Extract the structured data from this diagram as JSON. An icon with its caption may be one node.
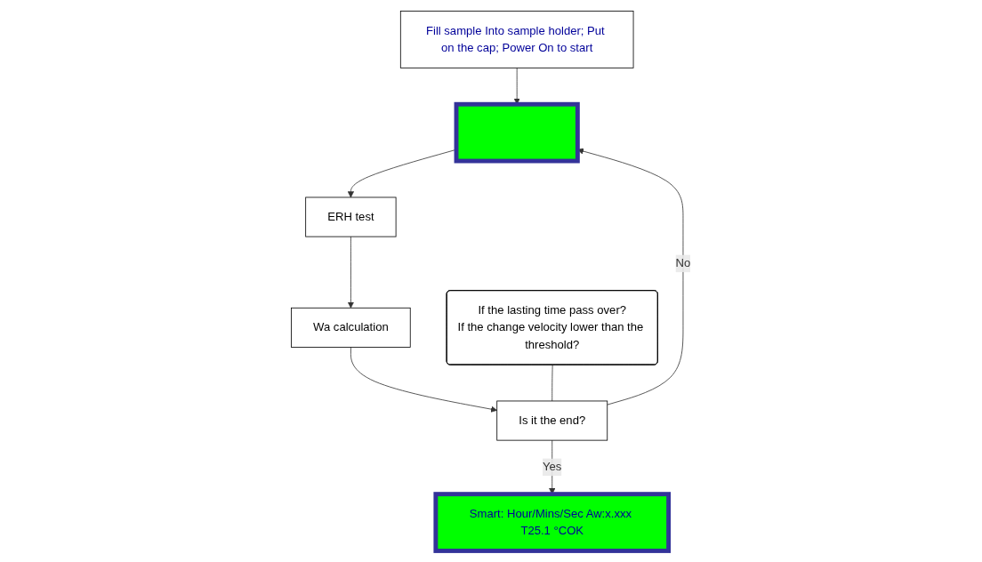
{
  "diagram": {
    "nodes": [
      {
        "text": [
          "Fill sample Into sample holder; Put on the cap; Power On to start"
        ]
      },
      {
        "text": [],
        "shape": "box"
      },
      {
        "text": [
          "ERH test"
        ]
      },
      {
        "text": [
          "Wa calculation"
        ]
      },
      {
        "text": [
          "Is it the end?"
        ]
      },
      {
        "text": [
          "Smart: Hour/Mins/Sec Aw:x.xxx T25.1 °COK"
        ]
      },
      {
        "text": [
          "If the lasting time pass over?",
          "If the change velocity lower than the threshold?"
        ]
      }
    ],
    "edges": [
      {
        "from": 0,
        "to": 1,
        "arrow": "to"
      },
      {
        "from": 1,
        "to": 2,
        "arrow": "to"
      },
      {
        "from": 2,
        "to": 3,
        "arrow": "to"
      },
      {
        "from": 3,
        "to": 4,
        "arrow": "to"
      },
      {
        "from": 4,
        "to": 1,
        "arrow": "to",
        "label": "No"
      },
      {
        "from": 4,
        "to": 5,
        "arrow": "to",
        "label": "Yes"
      },
      {
        "from": 6,
        "to": 4,
        "arrow": "none"
      }
    ]
  }
}
